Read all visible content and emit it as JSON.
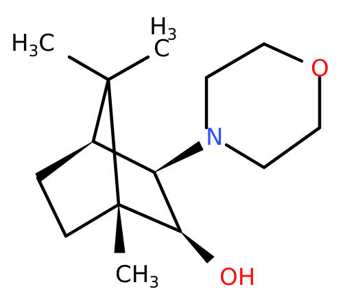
{
  "labels": {
    "methyl_top_left": {
      "main": "H",
      "sub": "3",
      "tail": "C"
    },
    "methyl_top_right": {
      "top": "H",
      "sub": "3",
      "base": "C"
    },
    "methyl_bottom": {
      "main": "CH",
      "sub": "3"
    },
    "nitrogen": "N",
    "oxygen": "O",
    "hydroxyl": "OH"
  },
  "colors": {
    "bond": "#000000",
    "carbon_label": "#000000",
    "nitrogen": "#3050F8",
    "oxygen": "#FF0D0D"
  }
}
